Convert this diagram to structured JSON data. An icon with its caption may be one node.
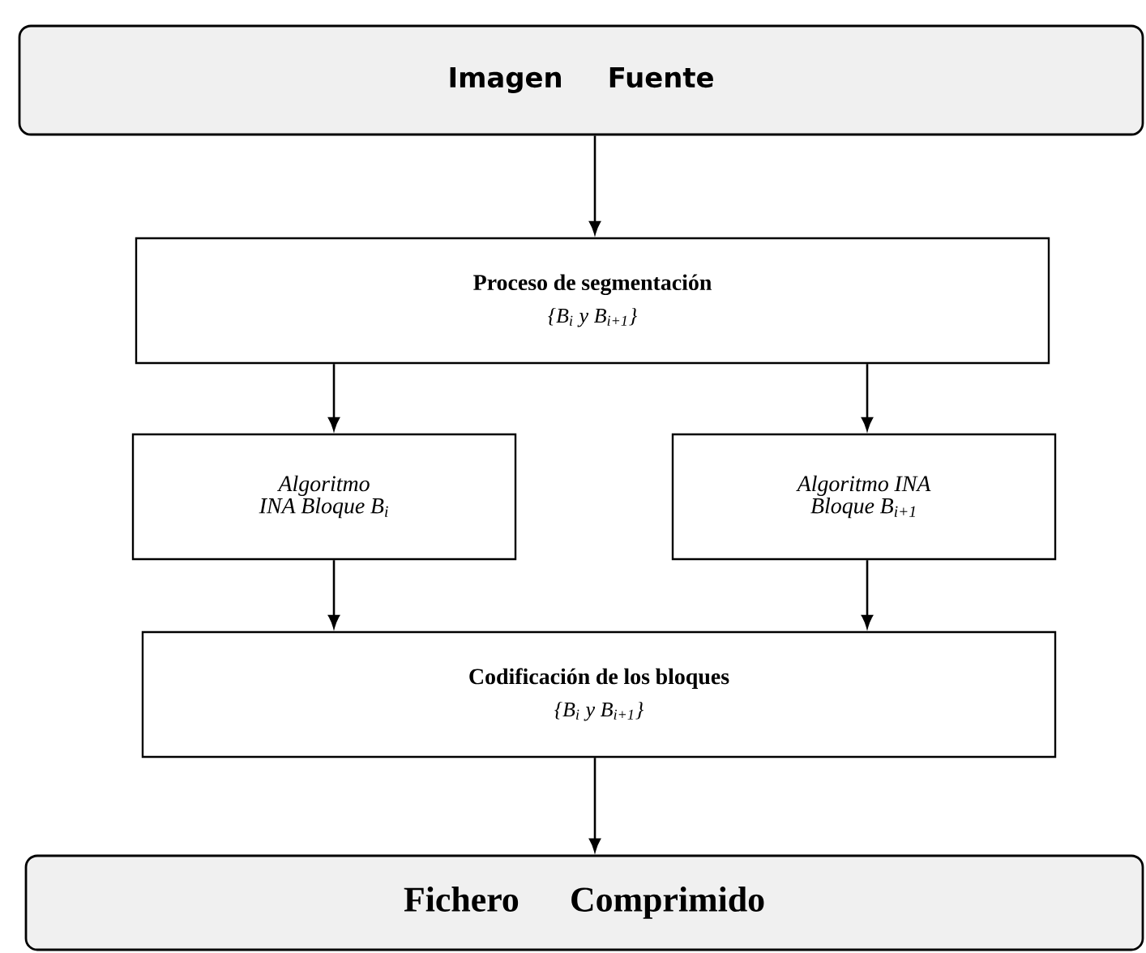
{
  "diagram": {
    "nodes": [
      {
        "text": [
          "Imagen  Fuente"
        ]
      },
      {
        "text": [
          "Proceso de segmentación",
          "{B$_{i}$ y B$_{i+1}$}"
        ]
      },
      {
        "text": [
          "Algoritmo INA Bloque B$_{i}$"
        ]
      },
      {
        "text": [
          "Algoritmo INA Bloque B$_{i+1}$"
        ]
      },
      {
        "text": [
          "Codificación de los bloques",
          "{B$_{i}$ y B$_{i+1}$}"
        ]
      },
      {
        "text": [
          "Fichero Comprimido"
        ]
      }
    ],
    "edges": [
      {
        "from": 0,
        "to": 1,
        "arrow": "to"
      },
      {
        "from": 1,
        "to": 2,
        "arrow": "to"
      },
      {
        "from": 1,
        "to": 3,
        "arrow": "to"
      },
      {
        "from": 2,
        "to": 4,
        "arrow": "to"
      },
      {
        "from": 3,
        "to": 4,
        "arrow": "to"
      },
      {
        "from": 4,
        "to": 5,
        "arrow": "to"
      }
    ]
  }
}
